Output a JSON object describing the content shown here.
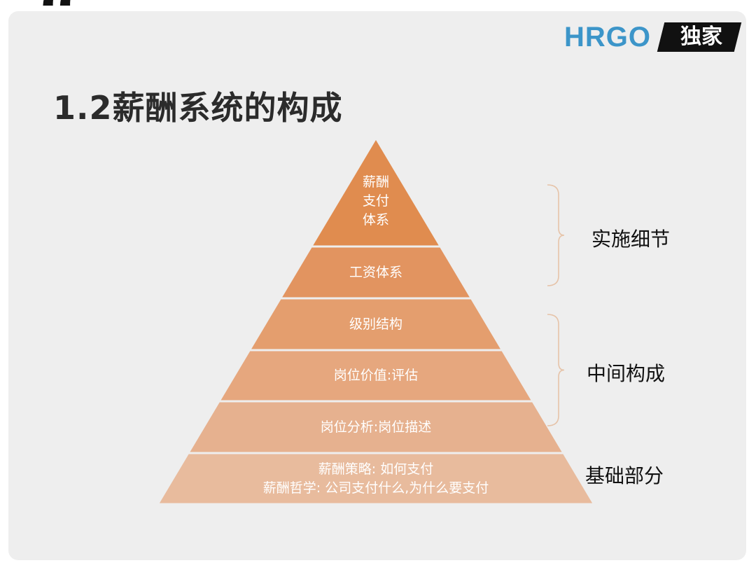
{
  "header": {
    "quote_mark": "“",
    "logo_text": "HRGO",
    "logo_tag": "独家"
  },
  "title": "1.2薪酬系统的构成",
  "pyramid": {
    "levels": [
      {
        "lines": [
          "薪酬",
          "支付",
          "体系"
        ],
        "color": "#e08c4f"
      },
      {
        "lines": [
          "工资体系"
        ],
        "color": "#e29460"
      },
      {
        "lines": [
          "级别结构"
        ],
        "color": "#e49e6e"
      },
      {
        "lines": [
          "岗位价值:评估"
        ],
        "color": "#e6a77e"
      },
      {
        "lines": [
          "岗位分析:岗位描述"
        ],
        "color": "#e6b18f"
      },
      {
        "lines": [
          "薪酬策略: 如何支付",
          "薪酬哲学: 公司支付什么,为什么要支付"
        ],
        "color": "#e8bb9d"
      }
    ]
  },
  "groups": [
    {
      "label": "实施细节"
    },
    {
      "label": "中间构成"
    },
    {
      "label": "基础部分"
    }
  ]
}
